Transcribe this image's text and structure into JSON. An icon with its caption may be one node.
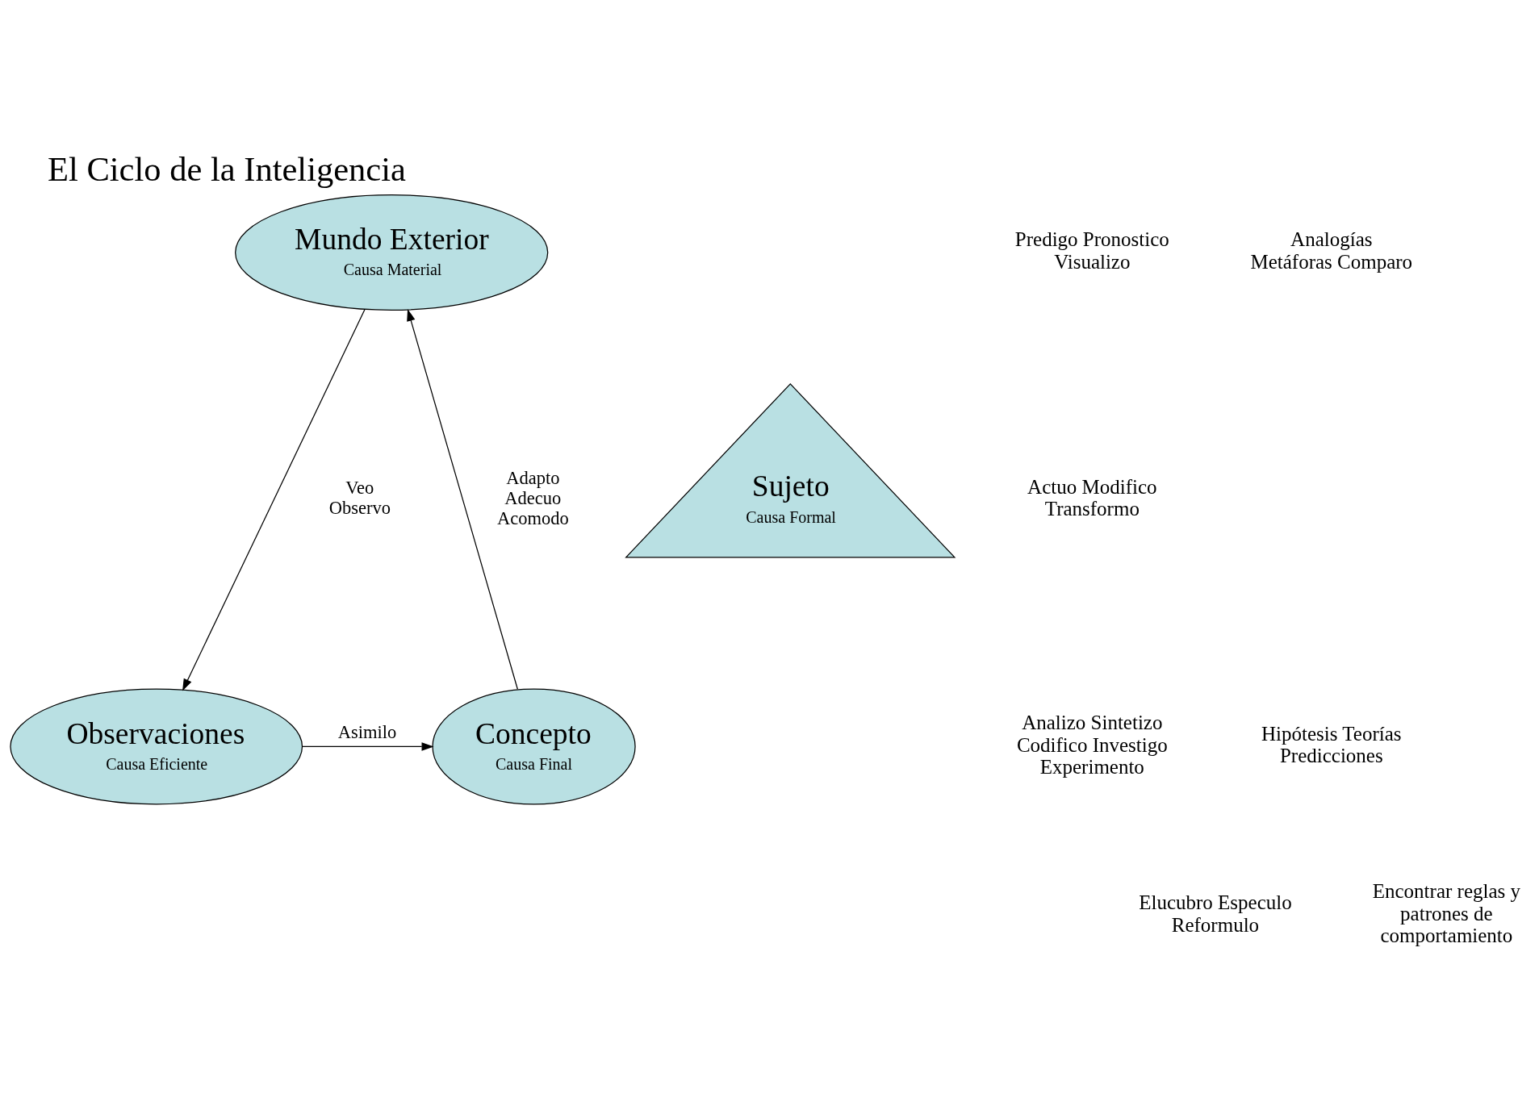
{
  "diagram": {
    "title": "El Ciclo de la Inteligencia",
    "nodes": [
      {
        "text": [
          "Mundo Exterior",
          "Causa Material"
        ]
      },
      {
        "text": [
          "Sujeto",
          "Causa Formal"
        ]
      },
      {
        "text": [
          "Concepto",
          "Causa Final"
        ]
      },
      {
        "text": [
          "Observaciones",
          "Causa Eficiente"
        ]
      }
    ],
    "edges": [
      {
        "from": 0,
        "to": 3,
        "arrow": "to",
        "label": "Veo Observo"
      },
      {
        "from": 3,
        "to": 2,
        "arrow": "to",
        "label": "Asimilo"
      },
      {
        "from": 2,
        "to": 0,
        "arrow": "to",
        "label": "Adapto Adecuo Acomodo"
      }
    ],
    "labels": [
      "Predigo Pronostico Visualizo",
      "Analogías Metáforas Comparo",
      "Actuo Modifico Transformo",
      "Hipótesis Teorías Predicciones",
      "Analizo Sintetizo Codifico Investigo Experimento",
      "Elucubro Especulo Reformulo",
      "Encontrar reglas y patrones de comportamiento"
    ]
  }
}
